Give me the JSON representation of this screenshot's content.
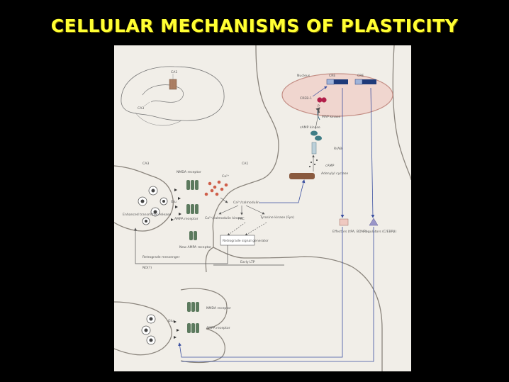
{
  "slide": {
    "title": "CELLULAR MECHANISMS OF PLASTICITY"
  },
  "figure": {
    "inset": {
      "ca1": "CA1",
      "ca3": "CA3"
    },
    "region_ca3": "CA3",
    "region_ca1": "CA1",
    "nucleus": "Nucleus",
    "cre_1": "CRE",
    "cre_2": "CRE",
    "creb1": "CREB-1",
    "map_kinase": "MAP kinase",
    "camp_kinase": "cAMP kinase",
    "r_ab": "R(AB)",
    "camp": "cAMP",
    "adenylyl_cyclase": "Adenylyl cyclase",
    "nmda_receptor": "NMDA receptor",
    "ca2plus": "Ca²⁺",
    "glu": "Glu",
    "ca_calmodulin": "Ca²⁺/calmodulin",
    "ampa_receptor": "AMPA receptor",
    "ca_calmodulin_kinase": "Ca²⁺/calmodulin kinase",
    "pkc": "PKC",
    "tyrosine_kinase": "Tyrosine kinase (Fyn)",
    "enhanced_release": "Enhanced transmitter release",
    "retrograde_signal": "Retrograde signal generator",
    "new_ampa": "New AMPA receptor",
    "retrograde_messenger": "Retrograde messenger",
    "no": "NO(?)",
    "early_ltp": "Early LTP",
    "effectors": "Effectors (tPA, BDNF)",
    "regulators": "Regulators (C/EBPβ)",
    "glu_lower": "Glu",
    "nmda_lower": "NMDA receptor",
    "ampa_lower": "AMPA receptor"
  }
}
